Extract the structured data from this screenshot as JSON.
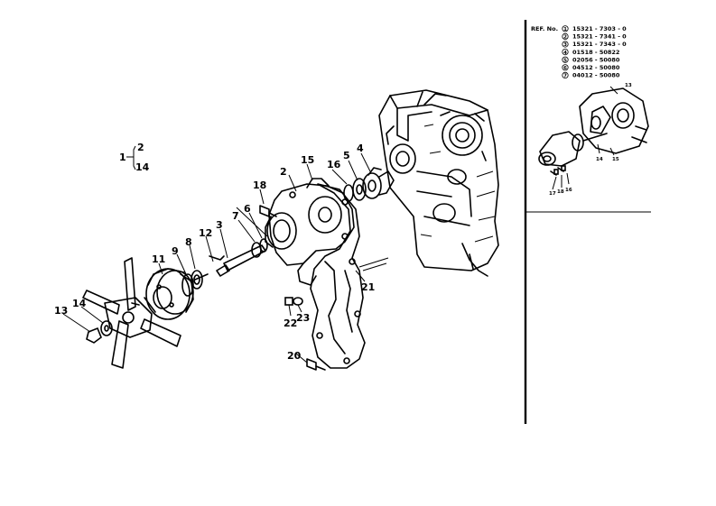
{
  "ref_table": {
    "header": "REF. No.",
    "rows": [
      {
        "mark": "1",
        "part": "15321 - 7303 - 0"
      },
      {
        "mark": "2",
        "part": "15321 - 7341 - 0"
      },
      {
        "mark": "3",
        "part": "15321 - 7343 - 0"
      },
      {
        "mark": "4",
        "part": "01518 - 50822"
      },
      {
        "mark": "5",
        "part": "02056 - 50080"
      },
      {
        "mark": "6",
        "part": "04512 - 50080"
      },
      {
        "mark": "7",
        "part": "04012 - 50080"
      }
    ]
  },
  "kit_callouts": [
    {
      "label": "1"
    },
    {
      "label": "2"
    },
    {
      "label": "14"
    }
  ],
  "callouts": [
    {
      "label": "2"
    },
    {
      "label": "15"
    },
    {
      "label": "16"
    },
    {
      "label": "5"
    },
    {
      "label": "4"
    },
    {
      "label": "18"
    },
    {
      "label": "7"
    },
    {
      "label": "6"
    },
    {
      "label": "3"
    },
    {
      "label": "12"
    },
    {
      "label": "8"
    },
    {
      "label": "9"
    },
    {
      "label": "11"
    },
    {
      "label": "14"
    },
    {
      "label": "13"
    },
    {
      "label": "21"
    },
    {
      "label": "22"
    },
    {
      "label": "23"
    },
    {
      "label": "20"
    }
  ],
  "inset_callouts": [
    {
      "label": "13"
    },
    {
      "label": "14"
    },
    {
      "label": "15"
    },
    {
      "label": "16"
    },
    {
      "label": "17"
    },
    {
      "label": "18"
    }
  ]
}
